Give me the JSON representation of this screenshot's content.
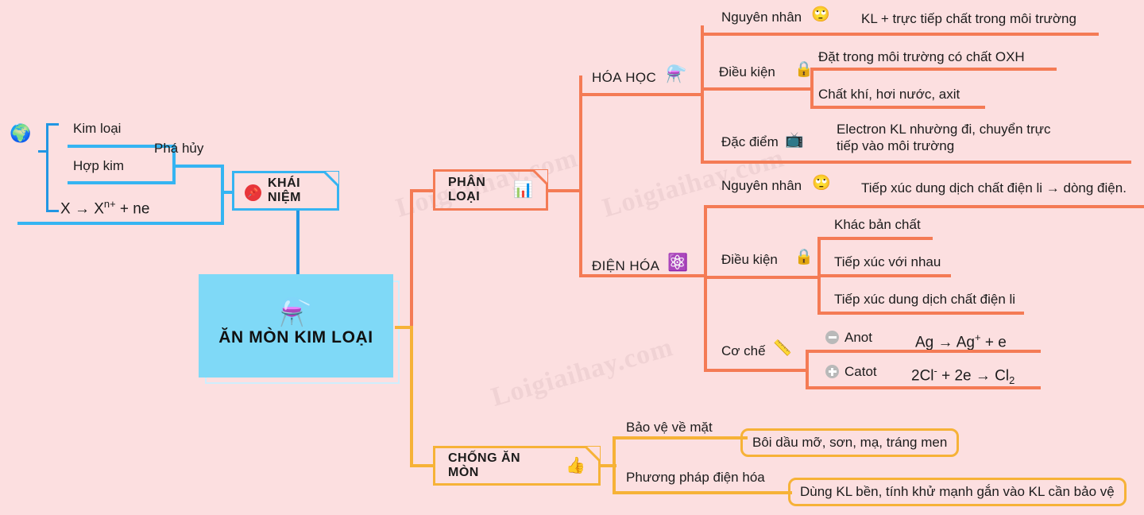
{
  "page": {
    "title": "ĂN MÒN KIM LOẠI",
    "background_color": "#fcdfe0",
    "watermark_text": "Loigiaihay.com"
  },
  "colors": {
    "blue": "#35b4f2",
    "blue_fill": "#7fd9f7",
    "orange": "#f47b55",
    "yellow": "#f6b237",
    "red_badge": "#e8353a",
    "grey_badge": "#b9b9b9"
  },
  "central": {
    "label": "ĂN MÒN KIM LOẠI",
    "icon": "flask-icon"
  },
  "branches": {
    "khai_niem": {
      "label": "KHÁI NIỆM",
      "icon": "pin-icon",
      "globe_icon": "globe-icon",
      "items": [
        {
          "label": "Kim loại"
        },
        {
          "label": "Hợp kim"
        }
      ],
      "relation_label": "Phá hủy",
      "equation": {
        "prefix": "X → X",
        "sup": "n+",
        "suffix": " + ne"
      }
    },
    "phan_loai": {
      "label": "PHÂN LOẠI",
      "icon": "bar-chart-icon",
      "children": [
        {
          "label": "HÓA HỌC",
          "icon": "flask-icon",
          "rows": [
            {
              "label": "Nguyên nhân",
              "icon": "thinking-face-icon",
              "values": [
                "KL + trực tiếp chất trong môi trường"
              ]
            },
            {
              "label": "Điều kiện",
              "icon": "lock-icon",
              "values": [
                "Đặt trong môi trường có chất OXH",
                "Chất khí, hơi nước, axit"
              ]
            },
            {
              "label": "Đặc điểm",
              "icon": "presentation-icon",
              "values": [
                "Electron KL nhường đi, chuyển trực tiếp vào môi trường"
              ]
            }
          ]
        },
        {
          "label": "ĐIỆN HÓA",
          "icon": "atom-icon",
          "rows": [
            {
              "label": "Nguyên nhân",
              "icon": "thinking-face-icon",
              "values": [
                "Tiếp xúc dung dịch chất điện li → dòng điện."
              ]
            },
            {
              "label": "Điều kiện",
              "icon": "lock-icon",
              "values": [
                "Khác bản chất",
                "Tiếp xúc với nhau",
                "Tiếp xúc dung dịch chất điện li"
              ]
            },
            {
              "label": "Cơ chế",
              "icon": "ruler-pencil-icon",
              "electrodes": [
                {
                  "badge": "minus-badge",
                  "name": "Anot",
                  "equation_prefix": "Ag → Ag",
                  "equation_sup": "+",
                  "equation_suffix": " + e"
                },
                {
                  "badge": "plus-badge",
                  "name": "Catot",
                  "equation_prefix": "2Cl",
                  "equation_sup": "-",
                  "equation_mid": " + 2e → Cl",
                  "equation_sub": "2"
                }
              ]
            }
          ]
        }
      ]
    },
    "chong_an_mon": {
      "label": "CHỐNG ĂN MÒN",
      "icon": "thumbs-up-icon",
      "rows": [
        {
          "label": "Bảo vệ về mặt",
          "value": "Bôi dầu mỡ, sơn, mạ, tráng men"
        },
        {
          "label": "Phương pháp điện hóa",
          "value": "Dùng KL bền, tính khử mạnh gắn vào KL cần bảo vệ"
        }
      ]
    }
  }
}
